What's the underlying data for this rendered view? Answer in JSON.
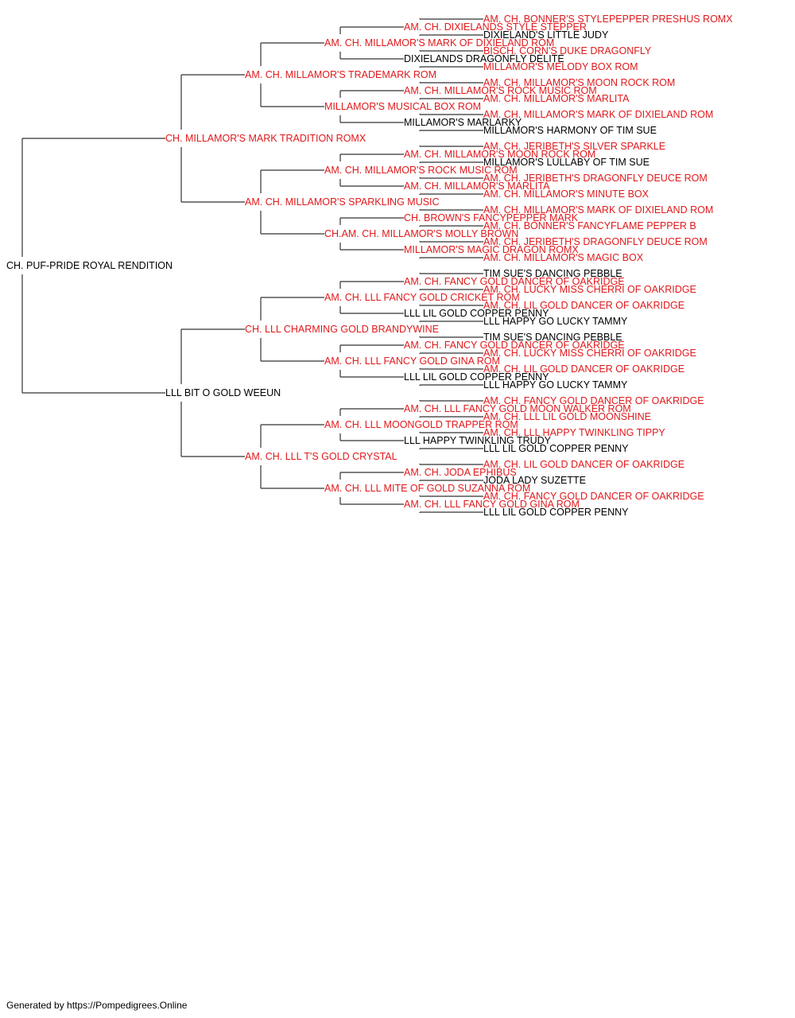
{
  "colors": {
    "champion": "#e0191c",
    "normal": "#000000",
    "line": "#333333"
  },
  "pedigree": {
    "name": "CH. PUF-PRIDE ROYAL RENDITION",
    "champion": false,
    "sire": {
      "name": "CH. MILLAMOR'S MARK TRADITION ROMX",
      "champion": true,
      "sire": {
        "name": "AM. CH. MILLAMOR'S TRADEMARK ROM",
        "champion": true,
        "sire": {
          "name": "AM. CH. MILLAMOR'S MARK OF DIXIELAND ROM",
          "champion": true,
          "sire": {
            "name": "AM. CH. DIXIELANDS STYLE STEPPER",
            "champion": true,
            "sire": {
              "name": "AM. CH. BONNER'S STYLEPEPPER PRESHUS ROMX",
              "champion": true
            },
            "dam": {
              "name": "DIXIELAND'S LITTLE JUDY",
              "champion": false
            }
          },
          "dam": {
            "name": "DIXIELANDS DRAGONFLY DELITE",
            "champion": false,
            "sire": {
              "name": "BISCH. CORN'S DUKE DRAGONFLY",
              "champion": true
            },
            "dam": {
              "name": "MILLAMOR'S MELODY BOX ROM",
              "champion": true
            }
          }
        },
        "dam": {
          "name": "MILLAMOR'S MUSICAL BOX ROM",
          "champion": true,
          "sire": {
            "name": "AM. CH. MILLAMOR'S ROCK MUSIC ROM",
            "champion": true,
            "sire": {
              "name": "AM. CH. MILLAMOR'S MOON ROCK ROM",
              "champion": true
            },
            "dam": {
              "name": "AM. CH. MILLAMOR'S MARLITA",
              "champion": true
            }
          },
          "dam": {
            "name": "MILLAMOR'S MARLARKY",
            "champion": false,
            "sire": {
              "name": "AM. CH. MILLAMOR'S MARK OF DIXIELAND ROM",
              "champion": true
            },
            "dam": {
              "name": "MILLAMOR'S HARMONY OF TIM SUE",
              "champion": false
            }
          }
        }
      },
      "dam": {
        "name": "AM. CH. MILLAMOR'S SPARKLING MUSIC",
        "champion": true,
        "sire": {
          "name": "AM. CH. MILLAMOR'S ROCK MUSIC ROM",
          "champion": true,
          "sire": {
            "name": "AM. CH. MILLAMOR'S MOON ROCK ROM",
            "champion": true,
            "sire": {
              "name": "AM. CH. JERIBETH'S SILVER SPARKLE",
              "champion": true
            },
            "dam": {
              "name": "MILLAMOR'S LULLABY OF TIM SUE",
              "champion": false
            }
          },
          "dam": {
            "name": "AM. CH. MILLAMOR'S MARLITA",
            "champion": true,
            "sire": {
              "name": "AM. CH. JERIBETH'S DRAGONFLY DEUCE ROM",
              "champion": true
            },
            "dam": {
              "name": "AM. CH. MILLAMOR'S MINUTE BOX",
              "champion": true
            }
          }
        },
        "dam": {
          "name": "CH.AM. CH. MILLAMOR'S MOLLY BROWN",
          "champion": true,
          "sire": {
            "name": "CH. BROWN'S FANCYPEPPER MARK",
            "champion": true,
            "sire": {
              "name": "AM. CH. MILLAMOR'S MARK OF DIXIELAND ROM",
              "champion": true
            },
            "dam": {
              "name": "AM. CH. BONNER'S FANCYFLAME PEPPER B",
              "champion": true
            }
          },
          "dam": {
            "name": "MILLAMOR'S MAGIC DRAGON ROMX",
            "champion": true,
            "sire": {
              "name": "AM. CH. JERIBETH'S DRAGONFLY DEUCE ROM",
              "champion": true
            },
            "dam": {
              "name": "AM. CH. MILLAMOR'S MAGIC BOX",
              "champion": true
            }
          }
        }
      }
    },
    "dam": {
      "name": "LLL BIT O GOLD WEEUN",
      "champion": false,
      "sire": {
        "name": "CH. LLL CHARMING GOLD BRANDYWINE",
        "champion": true,
        "sire": {
          "name": "AM. CH. LLL FANCY GOLD CRICKET ROM",
          "champion": true,
          "sire": {
            "name": "AM. CH. FANCY GOLD DANCER OF OAKRIDGE",
            "champion": true,
            "sire": {
              "name": "TIM SUE'S DANCING PEBBLE",
              "champion": false
            },
            "dam": {
              "name": "AM. CH. LUCKY MISS CHERRI OF OAKRIDGE",
              "champion": true
            }
          },
          "dam": {
            "name": "LLL LIL GOLD COPPER PENNY",
            "champion": false,
            "sire": {
              "name": "AM. CH. LIL GOLD DANCER OF OAKRIDGE",
              "champion": true
            },
            "dam": {
              "name": "LLL HAPPY GO LUCKY TAMMY",
              "champion": false
            }
          }
        },
        "dam": {
          "name": "AM. CH. LLL FANCY GOLD GINA ROM",
          "champion": true,
          "sire": {
            "name": "AM. CH. FANCY GOLD DANCER OF OAKRIDGE",
            "champion": true,
            "sire": {
              "name": "TIM SUE'S DANCING PEBBLE",
              "champion": false
            },
            "dam": {
              "name": "AM. CH. LUCKY MISS CHERRI OF OAKRIDGE",
              "champion": true
            }
          },
          "dam": {
            "name": "LLL LIL GOLD COPPER PENNY",
            "champion": false,
            "sire": {
              "name": "AM. CH. LIL GOLD DANCER OF OAKRIDGE",
              "champion": true
            },
            "dam": {
              "name": "LLL HAPPY GO LUCKY TAMMY",
              "champion": false
            }
          }
        }
      },
      "dam": {
        "name": "AM. CH. LLL T'S GOLD CRYSTAL",
        "champion": true,
        "sire": {
          "name": "AM. CH. LLL MOONGOLD TRAPPER ROM",
          "champion": true,
          "sire": {
            "name": "AM. CH. LLL FANCY GOLD MOON WALKER ROM",
            "champion": true,
            "sire": {
              "name": "AM. CH. FANCY GOLD DANCER OF OAKRIDGE",
              "champion": true
            },
            "dam": {
              "name": "AM. CH. LLL LIL GOLD MOONSHINE",
              "champion": true
            }
          },
          "dam": {
            "name": "LLL HAPPY TWINKLING TRUDY",
            "champion": false,
            "sire": {
              "name": "AM. CH. LLL HAPPY TWINKLING TIPPY",
              "champion": true
            },
            "dam": {
              "name": "LLL LIL GOLD COPPER PENNY",
              "champion": false
            }
          }
        },
        "dam": {
          "name": "AM. CH. LLL MITE OF GOLD SUZANNA ROM",
          "champion": true,
          "sire": {
            "name": "AM. CH. JODA EPHIBUS",
            "champion": true,
            "sire": {
              "name": "AM. CH. LIL GOLD DANCER OF OAKRIDGE",
              "champion": true
            },
            "dam": {
              "name": "JODA LADY SUZETTE",
              "champion": false
            }
          },
          "dam": {
            "name": "AM. CH. LLL FANCY GOLD GINA ROM",
            "champion": true,
            "sire": {
              "name": "AM. CH. FANCY GOLD DANCER OF OAKRIDGE",
              "champion": true
            },
            "dam": {
              "name": "LLL LIL GOLD COPPER PENNY",
              "champion": false
            }
          }
        }
      }
    }
  },
  "footer": "Generated by https://Pompedigrees.Online"
}
